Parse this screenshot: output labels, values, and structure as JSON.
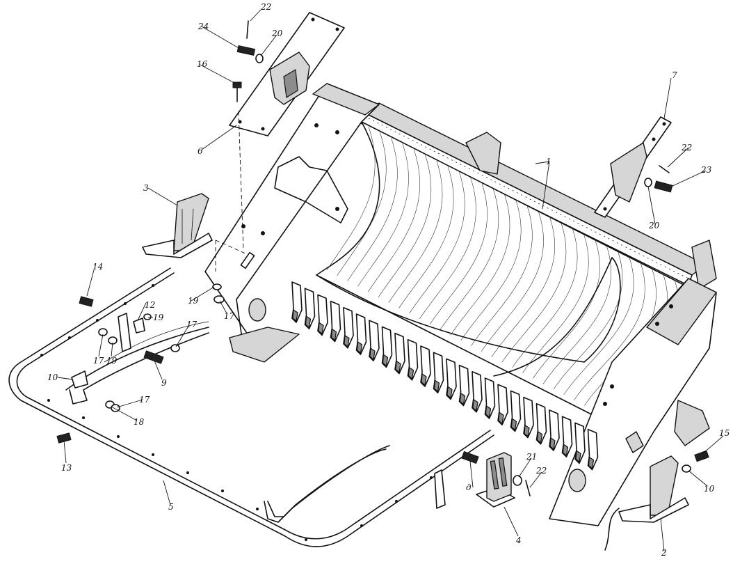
{
  "callouts": [
    {
      "id": "c1",
      "label": "1"
    },
    {
      "id": "c2",
      "label": "2"
    },
    {
      "id": "c3",
      "label": "3"
    },
    {
      "id": "c4",
      "label": "4"
    },
    {
      "id": "c5",
      "label": "5"
    },
    {
      "id": "c6",
      "label": "6"
    },
    {
      "id": "c7",
      "label": "7"
    },
    {
      "id": "c9",
      "label": "9"
    },
    {
      "id": "c10a",
      "label": "10"
    },
    {
      "id": "c10b",
      "label": "10"
    },
    {
      "id": "c12",
      "label": "12"
    },
    {
      "id": "c13",
      "label": "13"
    },
    {
      "id": "c14",
      "label": "14"
    },
    {
      "id": "c15",
      "label": "15"
    },
    {
      "id": "c16",
      "label": "16"
    },
    {
      "id": "c17a",
      "label": "17"
    },
    {
      "id": "c17b",
      "label": "17"
    },
    {
      "id": "c17c",
      "label": "17"
    },
    {
      "id": "c17d",
      "label": "17"
    },
    {
      "id": "c18",
      "label": "18"
    },
    {
      "id": "c19a",
      "label": "19"
    },
    {
      "id": "c19b",
      "label": "19"
    },
    {
      "id": "c19c",
      "label": "19"
    },
    {
      "id": "c20a",
      "label": "20"
    },
    {
      "id": "c20b",
      "label": "20"
    },
    {
      "id": "c21",
      "label": "21"
    },
    {
      "id": "c22a",
      "label": "22"
    },
    {
      "id": "c22b",
      "label": "22"
    },
    {
      "id": "c22c",
      "label": "22"
    },
    {
      "id": "c23",
      "label": "23"
    },
    {
      "id": "c24",
      "label": "24"
    },
    {
      "id": "cd",
      "label": "д"
    }
  ],
  "colors": {
    "line": "#111111",
    "background": "#ffffff",
    "shade": "#d6d6d6"
  }
}
